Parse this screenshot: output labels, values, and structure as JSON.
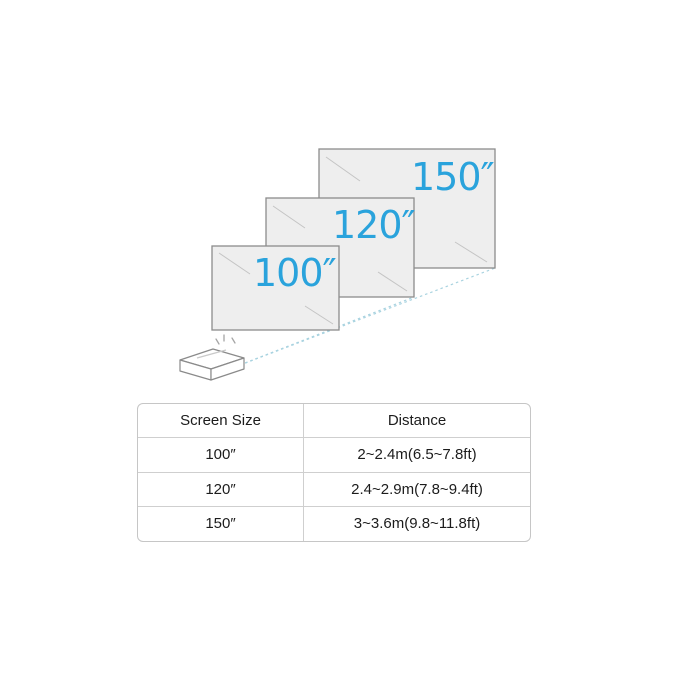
{
  "colors": {
    "accent": "#2aa3dc",
    "screen_fill": "#eeeeee",
    "screen_border": "#8c8c8c",
    "beam_line": "#a9d3e0"
  },
  "screens": [
    {
      "label": "150″"
    },
    {
      "label": "120″"
    },
    {
      "label": "100″"
    }
  ],
  "table": {
    "headers": [
      "Screen Size",
      "Distance"
    ],
    "rows": [
      [
        "100″",
        "2~2.4m(6.5~7.8ft)"
      ],
      [
        "120″",
        "2.4~2.9m(7.8~9.4ft)"
      ],
      [
        "150″",
        "3~3.6m(9.8~11.8ft)"
      ]
    ]
  }
}
